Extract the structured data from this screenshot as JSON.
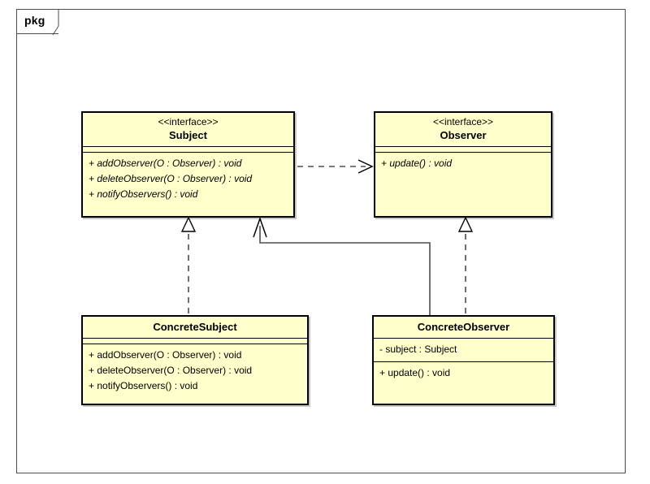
{
  "diagram": {
    "type": "uml-class-diagram",
    "package_label": "pkg",
    "classes": [
      {
        "id": "subject",
        "stereotype": "<<interface>>",
        "name": "Subject",
        "abstract": true,
        "attributes": [],
        "operations": [
          "+ addObserver(O : Observer) : void",
          "+ deleteObserver(O : Observer) : void",
          "+ notifyObservers() : void"
        ]
      },
      {
        "id": "observer",
        "stereotype": "<<interface>>",
        "name": "Observer",
        "abstract": true,
        "attributes": [],
        "operations": [
          "+ update() : void"
        ]
      },
      {
        "id": "concretesubject",
        "stereotype": "",
        "name": "ConcreteSubject",
        "abstract": false,
        "attributes": [],
        "operations": [
          "+ addObserver(O : Observer) : void",
          "+ deleteObserver(O : Observer) : void",
          "+ notifyObservers() : void"
        ]
      },
      {
        "id": "concreteobserver",
        "stereotype": "",
        "name": "ConcreteObserver",
        "abstract": false,
        "attributes": [
          "- subject : Subject"
        ],
        "operations": [
          "+ update() : void"
        ]
      }
    ],
    "relationships": [
      {
        "id": "dep-subject-observer",
        "kind": "dependency",
        "line": "dashed",
        "head": "open-arrow",
        "from": "subject",
        "to": "observer"
      },
      {
        "id": "real-concretesubject-subject",
        "kind": "realization",
        "line": "dashed",
        "head": "hollow-triangle",
        "from": "concretesubject",
        "to": "subject"
      },
      {
        "id": "real-concreteobserver-observer",
        "kind": "realization",
        "line": "dashed",
        "head": "hollow-triangle",
        "from": "concreteobserver",
        "to": "observer"
      },
      {
        "id": "assoc-concreteobserver-subject",
        "kind": "association",
        "line": "solid",
        "head": "open-arrow",
        "from": "concreteobserver",
        "to": "subject"
      }
    ],
    "colors": {
      "class_fill": "#FFFFCC",
      "class_border": "#000000",
      "connector": "#4D4D4D",
      "frame": "#4D4D4D",
      "canvas": "#FFFFFF"
    }
  }
}
